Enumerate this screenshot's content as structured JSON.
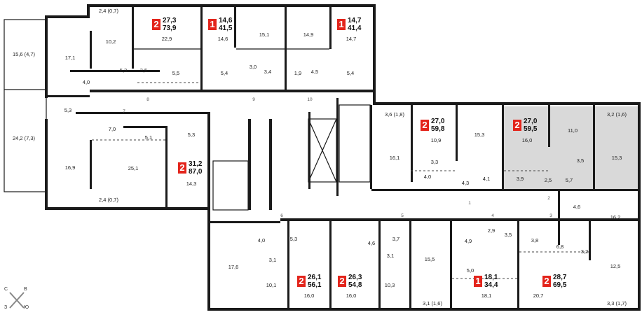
{
  "badges": [
    {
      "rooms": "2",
      "living": "27,3",
      "total": "73,9"
    },
    {
      "rooms": "1",
      "living": "14,6",
      "total": "41,5"
    },
    {
      "rooms": "1",
      "living": "14,7",
      "total": "41,4"
    },
    {
      "rooms": "2",
      "living": "27,0",
      "total": "59,8"
    },
    {
      "rooms": "2",
      "living": "27,0",
      "total": "59,5"
    },
    {
      "rooms": "2",
      "living": "31,2",
      "total": "87,0"
    },
    {
      "rooms": "2",
      "living": "26,1",
      "total": "56,1"
    },
    {
      "rooms": "2",
      "living": "26,3",
      "total": "54,8"
    },
    {
      "rooms": "1",
      "living": "18,1",
      "total": "34,4"
    },
    {
      "rooms": "2",
      "living": "28,7",
      "total": "69,5"
    }
  ],
  "areas": [
    "15,6 (4,7)",
    "24,2 (7,3)",
    "2,4 (0,7)",
    "2,4 (0,7)",
    "17,1",
    "10,2",
    "22,9",
    "5,3",
    "3,5",
    "5,5",
    "14,6",
    "5,4",
    "15,1",
    "3,0",
    "3,4",
    "14,9",
    "1,9",
    "4,5",
    "14,7",
    "5,4",
    "4,0",
    "5,3",
    "7,0",
    "5,1",
    "5,3",
    "16,9",
    "25,1",
    "14,3",
    "3,6 (1,8)",
    "10,9",
    "15,3",
    "16,1",
    "3,3",
    "4,0",
    "4,3",
    "4,1",
    "16,0",
    "11,0",
    "3,2 (1,6)",
    "15,3",
    "3,5",
    "3,9",
    "2,5",
    "5,7",
    "4,6",
    "16,2",
    "4,0",
    "5,3",
    "17,6",
    "3,1",
    "10,1",
    "16,0",
    "4,6",
    "3,7",
    "3,1",
    "10,3",
    "16,0",
    "15,5",
    "2,9",
    "3,5",
    "4,9",
    "5,0",
    "18,1",
    "3,8",
    "6,8",
    "3,2",
    "12,5",
    "20,7",
    "3,1 (1,6)",
    "3,3 (1,7)"
  ],
  "stair_numbers": [
    "8",
    "9",
    "10",
    "7",
    "6",
    "5",
    "4",
    "1",
    "2",
    "3"
  ],
  "compass": {
    "north": "С",
    "east": "В",
    "south": "Ю",
    "west": "З"
  },
  "colors": {
    "badge": "#e3241b",
    "highlight": "#d9d9d9",
    "wall": "#1a1a1a"
  }
}
